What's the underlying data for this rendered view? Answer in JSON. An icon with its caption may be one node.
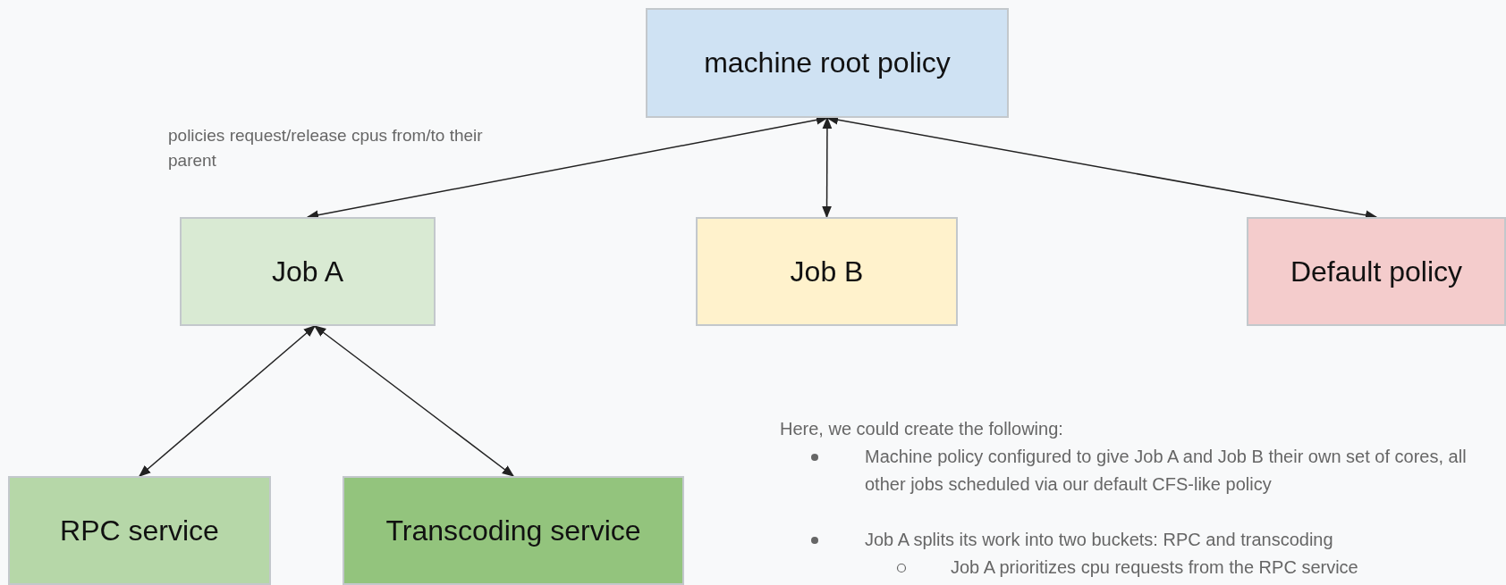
{
  "diagram": {
    "nodes": [
      {
        "text": [
          "machine root policy"
        ]
      },
      {
        "text": [
          "Job A"
        ]
      },
      {
        "text": [
          "Job B"
        ]
      },
      {
        "text": [
          "Default policy"
        ]
      },
      {
        "text": [
          "RPC service"
        ]
      },
      {
        "text": [
          "Transcoding service"
        ]
      }
    ],
    "edges": [
      {
        "from": 0,
        "to": 1,
        "arrow": "both"
      },
      {
        "from": 0,
        "to": 2,
        "arrow": "both"
      },
      {
        "from": 0,
        "to": 3,
        "arrow": "both"
      },
      {
        "from": 1,
        "to": 4,
        "arrow": "both"
      },
      {
        "from": 1,
        "to": 5,
        "arrow": "both"
      }
    ],
    "labels": [
      "policies request/release cpus from/to their parent",
      "Here, we could create the following:",
      "Machine policy configured to give Job A and Job B their own set of cores, all other jobs scheduled via our default CFS-like policy",
      "Job A splits its work into two buckets: RPC and transcoding",
      "Job A prioritizes cpu requests from the RPC service"
    ]
  }
}
